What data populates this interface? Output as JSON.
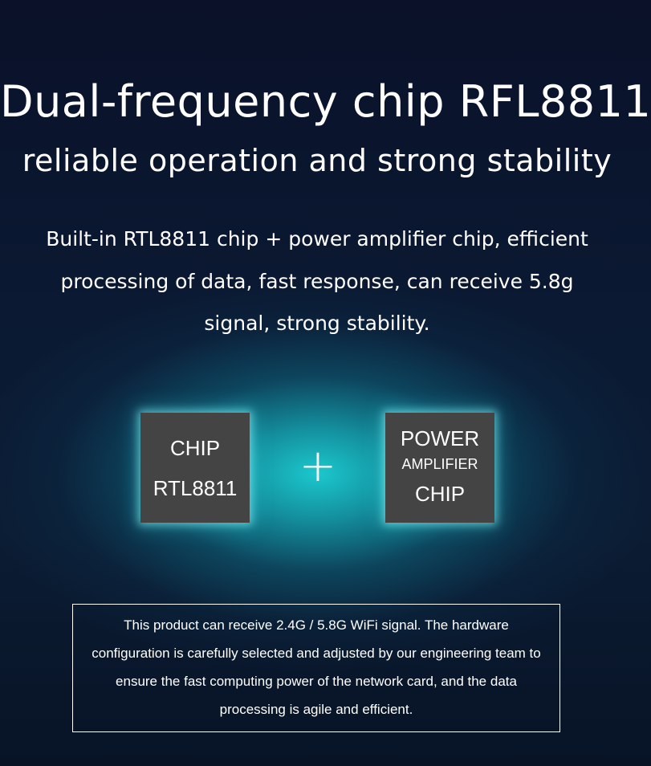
{
  "header": {
    "title": "Dual-frequency chip RFL8811",
    "subtitle": "reliable operation and strong stability"
  },
  "description": "Built-in RTL8811 chip + power amplifier chip, efficient processing of data, fast response, can receive 5.8g signal, strong stability.",
  "diagram": {
    "chip_a": {
      "line1": "CHIP",
      "line2": "RTL8811"
    },
    "operator": "+",
    "chip_b": {
      "line1": "POWER",
      "line2": "AMPLIFIER",
      "line3": "CHIP"
    }
  },
  "note": "This product can receive 2.4G / 5.8G WiFi signal. The hardware configuration is carefully selected and adjusted by our engineering team to ensure the fast computing power of the network card, and the data processing is agile and efficient.",
  "colors": {
    "background": "#0a1129",
    "glow": "#1bc8cd",
    "chip_fill": "#444444",
    "text": "#ffffff"
  }
}
